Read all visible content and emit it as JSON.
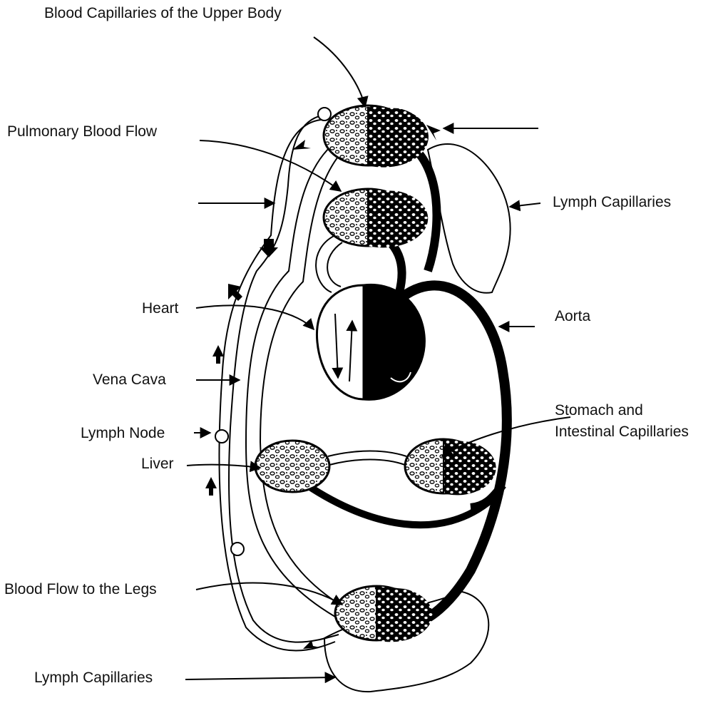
{
  "labels": {
    "upper_body": "Blood Capillaries of the Upper Body",
    "pulmonary": "Pulmonary Blood Flow",
    "lymph_capillaries_top": "Lymph Capillaries",
    "heart": "Heart",
    "aorta": "Aorta",
    "vena_cava": "Vena Cava",
    "stomach_line1": "Stomach and",
    "stomach_line2": "Intestinal Capillaries",
    "lymph_node": "Lymph Node",
    "liver": "Liver",
    "legs": "Blood Flow to the Legs",
    "lymph_capillaries_bottom": "Lymph Capillaries"
  }
}
